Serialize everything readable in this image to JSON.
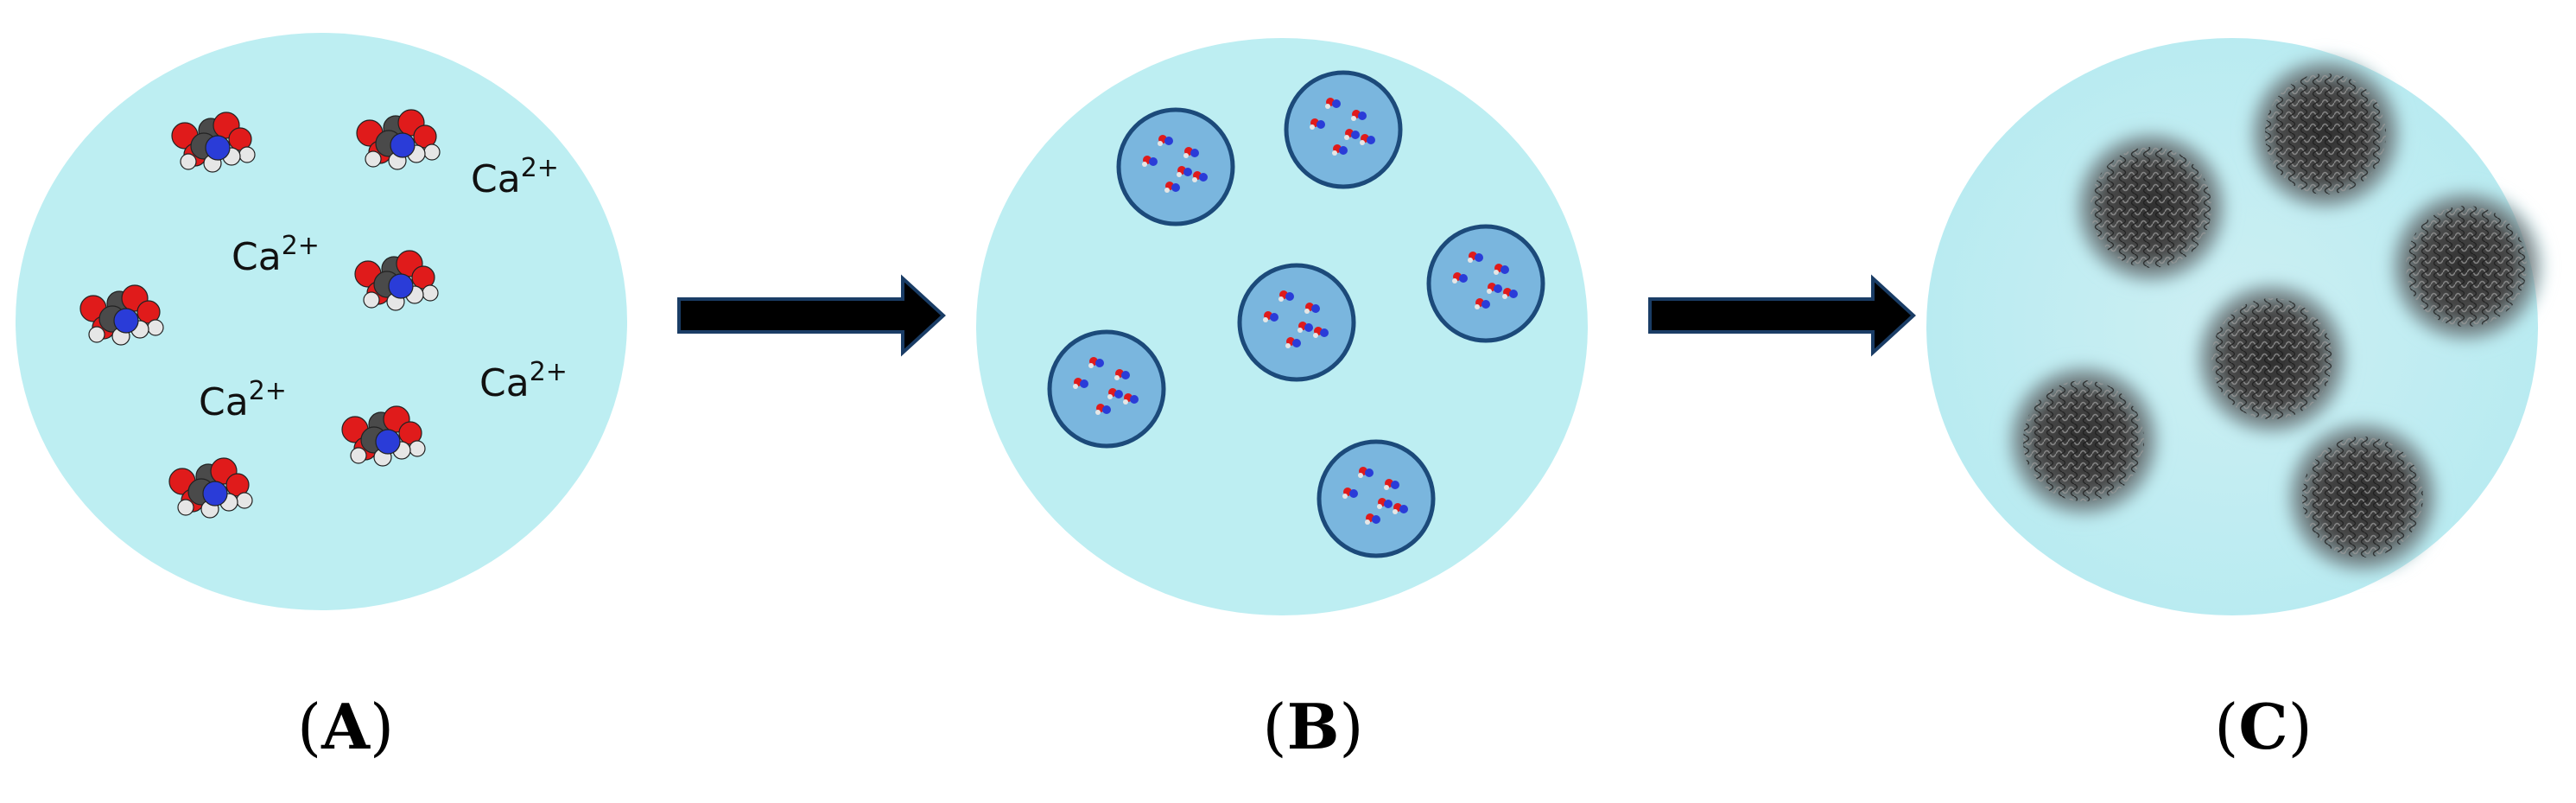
{
  "panels": [
    {
      "letter": "A",
      "ion_labels": [
        {
          "base": "Ca",
          "charge": "2+"
        },
        {
          "base": "Ca",
          "charge": "2+"
        },
        {
          "base": "Ca",
          "charge": "2+"
        },
        {
          "base": "Ca",
          "charge": "2+"
        }
      ],
      "molecule_count": 6
    },
    {
      "letter": "B",
      "vesicle_count": 6
    },
    {
      "letter": "C",
      "particle_count": 6
    }
  ],
  "colors": {
    "solution": "#bdeef2",
    "vesicle_fill": "#7ab6de",
    "vesicle_border": "#1c4a7a",
    "arrow": "#000000",
    "arrow_outline": "#1a3d66",
    "oxygen": "#e01b1b",
    "nitrogen": "#2a3cd8",
    "carbon": "#4a4a4a",
    "hydrogen": "#e6e6e6",
    "particle": "#3b3b3b"
  },
  "icons": [
    "glycine-molecule-icon",
    "arrow-right-icon",
    "vesicle-icon",
    "nanoparticle-icon"
  ]
}
